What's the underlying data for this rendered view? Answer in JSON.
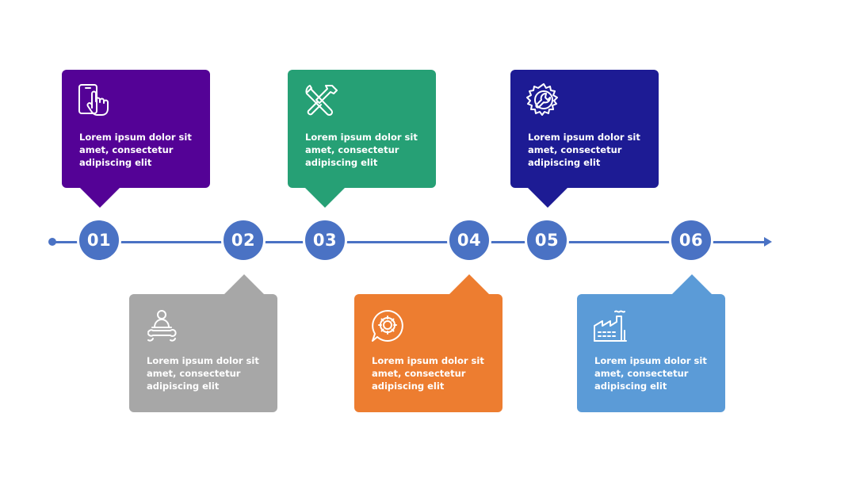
{
  "steps": [
    {
      "number": "01",
      "text_line1": "Lorem ipsum dolor sit",
      "text_line2": "amet, consectetur",
      "text_line3": "adipiscing elit",
      "icon": "touchscreen-phone-icon",
      "color": "#540296",
      "position": "top"
    },
    {
      "number": "02",
      "text_line1": "Lorem ipsum dolor sit",
      "text_line2": "amet, consectetur",
      "text_line3": "adipiscing elit",
      "icon": "worker-wrench-icon",
      "color": "#a7a7a7",
      "position": "bottom"
    },
    {
      "number": "03",
      "text_line1": "Lorem ipsum dolor sit",
      "text_line2": "amet, consectetur",
      "text_line3": "adipiscing elit",
      "icon": "wrench-screwdriver-icon",
      "color": "#26a075",
      "position": "top"
    },
    {
      "number": "04",
      "text_line1": "Lorem ipsum dolor sit",
      "text_line2": "amet, consectetur",
      "text_line3": "adipiscing elit",
      "icon": "gear-chat-icon",
      "color": "#ed7d30",
      "position": "bottom"
    },
    {
      "number": "05",
      "text_line1": "Lorem ipsum dolor sit",
      "text_line2": "amet, consectetur",
      "text_line3": "adipiscing elit",
      "icon": "gear-wrench-icon",
      "color": "#1d1b94",
      "position": "top"
    },
    {
      "number": "06",
      "text_line1": "Lorem ipsum dolor sit",
      "text_line2": "amet, consectetur",
      "text_line3": "adipiscing elit",
      "icon": "factory-icon",
      "color": "#5b9bd7",
      "position": "bottom"
    }
  ],
  "timeline_color": "#4a72c4"
}
